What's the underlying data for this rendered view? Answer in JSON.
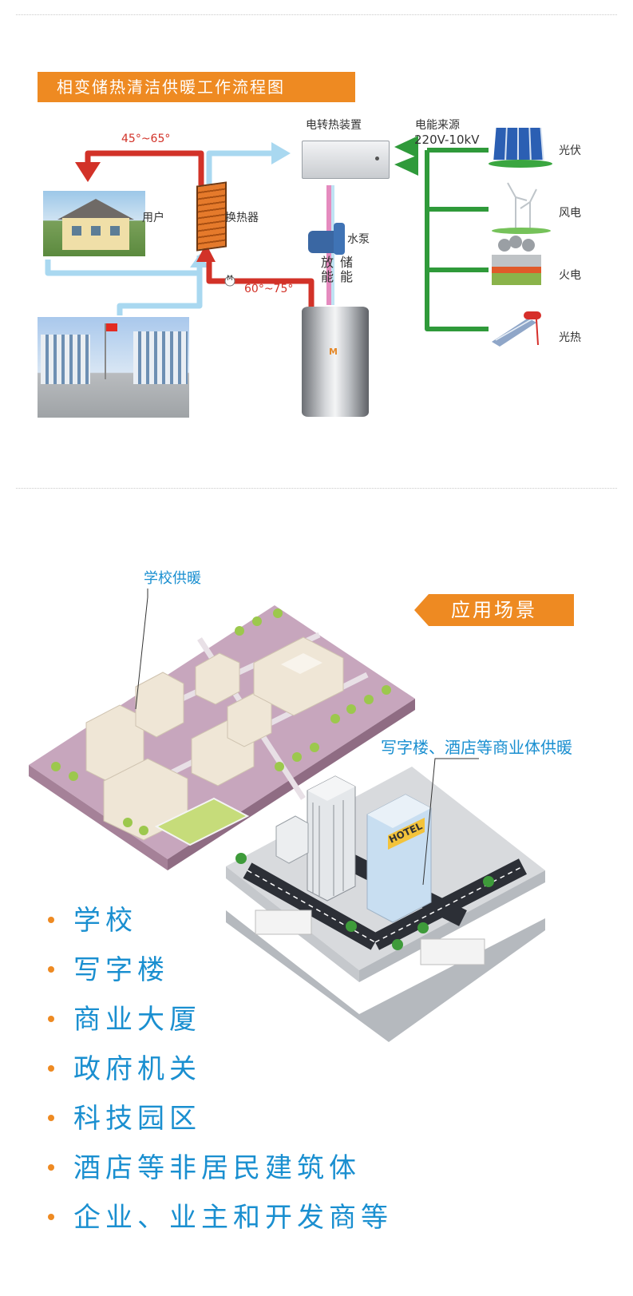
{
  "flow": {
    "title": "相变储热清洁供暖工作流程图",
    "temp_hot": "45°~65°",
    "temp_return": "60°~75°",
    "motor": "M",
    "user": "用户",
    "exchanger": "换热器",
    "heater": "电转热装置",
    "pump": "水泵",
    "release": "放能",
    "store": "储能",
    "power_source": "电能来源",
    "voltage": "220V-10kV",
    "sources": [
      "光伏",
      "风电",
      "火电",
      "光热"
    ],
    "colors": {
      "hot": "#d23228",
      "cold": "#a9d8f0",
      "power": "#2f9a3a"
    }
  },
  "scenes": {
    "title": "应用场景",
    "school_label": "学校供暖",
    "office_label": "写字楼、酒店等商业体供暖",
    "hotel_sign": "HOTEL",
    "items": [
      "学校",
      "写字楼",
      "商业大厦",
      "政府机关",
      "科技园区",
      "酒店等非居民建筑体",
      "企业、业主和开发商等"
    ]
  },
  "colors": {
    "accent": "#ee8a22",
    "blue_text": "#1a8fd0"
  }
}
